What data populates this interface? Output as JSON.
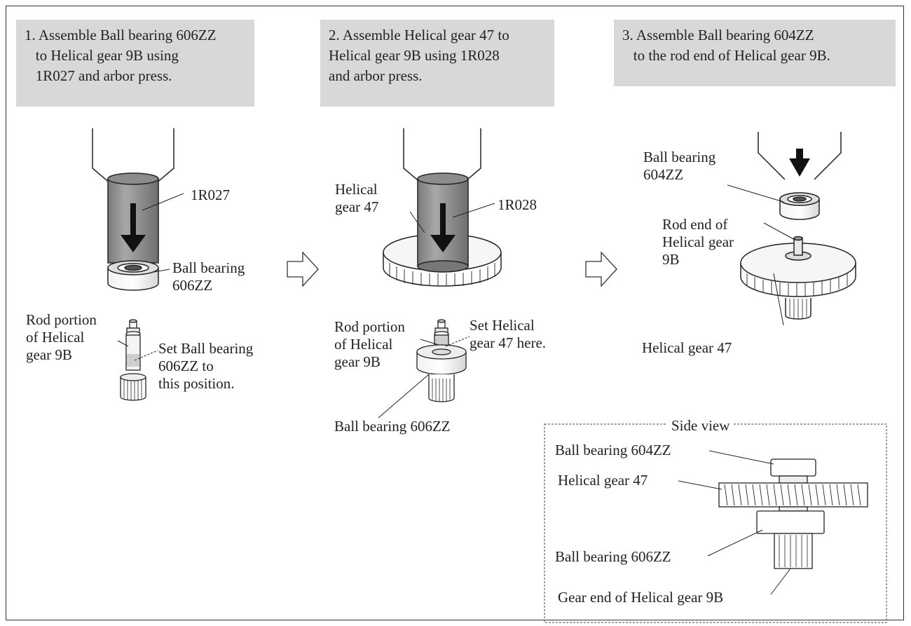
{
  "steps": [
    {
      "line1": "1. Assemble Ball bearing 606ZZ",
      "line2": "   to Helical gear 9B using",
      "line3": "   1R027 and arbor press."
    },
    {
      "line1": "2. Assemble Helical gear 47 to",
      "line2": "Helical gear 9B using 1R028",
      "line3": "and arbor press."
    },
    {
      "line1": "3. Assemble Ball bearing 604ZZ",
      "line2": "   to the rod end of Helical gear 9B.",
      "line3": ""
    }
  ],
  "panel1": {
    "tool": "1R027",
    "bearing": [
      "Ball bearing",
      "606ZZ"
    ],
    "rod": [
      "Rod portion",
      "of Helical",
      "gear 9B"
    ],
    "set": [
      "Set Ball bearing",
      "606ZZ to",
      "this position."
    ]
  },
  "panel2": {
    "gear": [
      "Helical",
      "gear 47"
    ],
    "tool": "1R028",
    "rod": [
      "Rod portion",
      "of Helical",
      "gear 9B"
    ],
    "set": [
      "Set Helical",
      "gear 47 here."
    ],
    "bearing": "Ball bearing 606ZZ"
  },
  "panel3": {
    "bearing": [
      "Ball bearing",
      "604ZZ"
    ],
    "rod_end": [
      "Rod end of",
      "Helical gear",
      "9B"
    ],
    "gear": "Helical gear 47"
  },
  "side_view": {
    "title": "Side view",
    "bearing_top": "Ball bearing 604ZZ",
    "gear": "Helical gear 47",
    "bearing_bottom": "Ball bearing 606ZZ",
    "gear_end": "Gear end of Helical gear 9B"
  }
}
